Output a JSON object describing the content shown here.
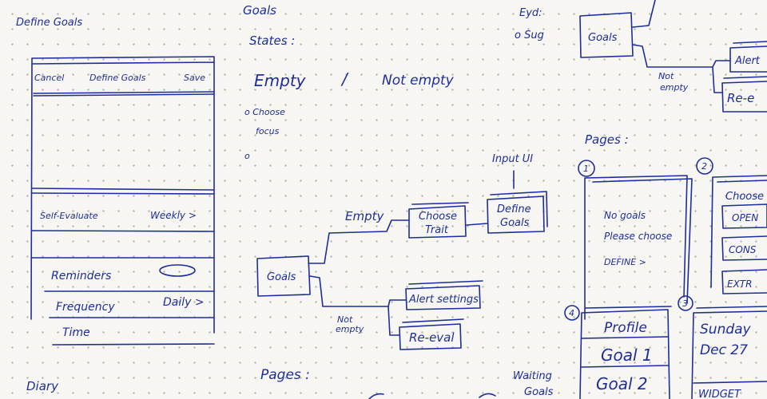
{
  "sketch": {
    "title": "Define Goals",
    "phone": {
      "header": {
        "cancel": "Cancel",
        "title": "Define Goals",
        "save": "Save"
      },
      "rows": {
        "self_evaluate": {
          "label": "Self-Evaluate",
          "value": "Weekly >"
        },
        "reminders": {
          "label": "Reminders"
        },
        "frequency": {
          "label": "Frequency",
          "value": "Daily >"
        },
        "time": {
          "label": "Time"
        }
      }
    },
    "bottom_left_text": "Diary"
  },
  "notes": {
    "goals": "Goals",
    "states_label": "States :",
    "empty": "Empty",
    "slash": "/",
    "not_empty": "Not empty",
    "choose_focus_line1": "o Choose",
    "choose_focus_line2": "focus",
    "bullet": "o",
    "pages_bottom": "Pages :",
    "waiting_line1": "Waiting",
    "waiting_line2": "Goals",
    "eyd_line1": "Eyd:",
    "eyd_line2": "o Sug"
  },
  "flow_diagram": {
    "input_ui": "Input UI",
    "goals_node": "Goals",
    "empty_label": "Empty",
    "choose_trait_line1": "Choose",
    "choose_trait_line2": "Trait",
    "define_goals_line1": "Define",
    "define_goals_line2": "Goals",
    "not_empty_line1": "Not",
    "not_empty_line2": "empty",
    "alert_settings": "Alert settings",
    "re_eval": "Re-eval"
  },
  "right_flow": {
    "goals_node": "Goals",
    "not_empty_line1": "Not",
    "not_empty_line2": "empty",
    "alert": "Alert",
    "re_eval": "Re-e"
  },
  "pages": {
    "label": "Pages :",
    "page1": {
      "number": "1",
      "line1": "No goals",
      "line2": "Please choose",
      "link": "DEFINE >"
    },
    "page2": {
      "number": "2",
      "heading": "Choose",
      "options": [
        "OPEN",
        "CONS",
        "EXTR"
      ]
    },
    "page3": {
      "number": "3",
      "line1": "Sunday",
      "line2": "Dec 27",
      "footer": "WIDGET"
    },
    "page4": {
      "number": "4",
      "profile": "Profile",
      "goal1": "Goal 1",
      "goal2": "Goal 2"
    }
  }
}
